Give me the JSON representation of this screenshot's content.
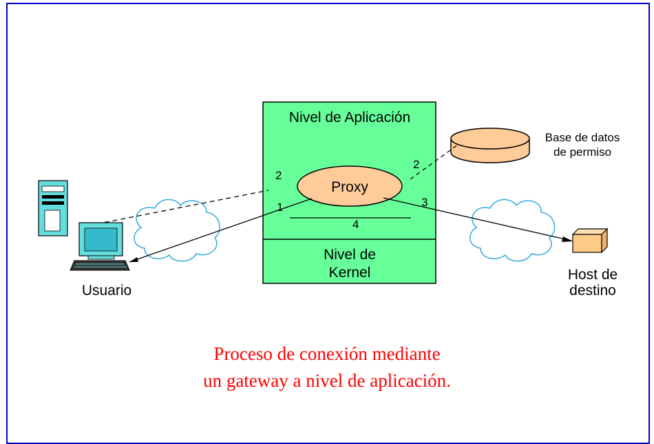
{
  "diagram": {
    "app_level": "Nivel de Aplicación",
    "kernel_level_line1": "Nivel de",
    "kernel_level_line2": "Kernel",
    "proxy": "Proxy",
    "database_line1": "Base de datos",
    "database_line2": "de permiso",
    "user": "Usuario",
    "host_line1": "Host de",
    "host_line2": "destino",
    "step_labels": [
      "1",
      "2",
      "2",
      "3",
      "4"
    ]
  },
  "caption": {
    "line1": "Proceso de conexión mediante",
    "line2": "un gateway a nivel de aplicación."
  },
  "colors": {
    "firewall_box": "#66ff99",
    "proxy": "#ffcc99",
    "database": "#ffcc99",
    "host_box": "#ffcc88",
    "caption": "#ff0000",
    "frame_border": "#0000cc",
    "computer": "#66dddd"
  }
}
